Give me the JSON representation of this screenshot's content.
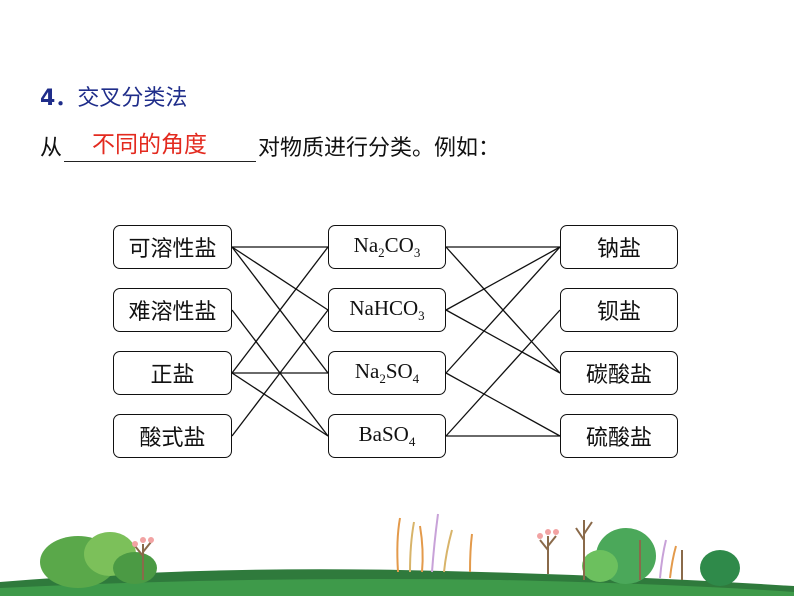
{
  "heading": {
    "number": "4．",
    "title": "交叉分类法"
  },
  "sentence": {
    "prefix": "从",
    "answer": "不同的角度",
    "suffix": "对物质进行分类。例如："
  },
  "left_boxes": [
    "可溶性盐",
    "难溶性盐",
    "正盐",
    "酸式盐"
  ],
  "middle_boxes": [
    {
      "parts": [
        "Na",
        "2",
        "CO",
        "3"
      ]
    },
    {
      "parts": [
        "NaHCO",
        "3",
        "",
        ""
      ]
    },
    {
      "parts": [
        "Na",
        "2",
        "SO",
        "4"
      ]
    },
    {
      "parts": [
        "BaSO",
        "4",
        "",
        ""
      ]
    }
  ],
  "right_boxes": [
    "钠盐",
    "钡盐",
    "碳酸盐",
    "硫酸盐"
  ],
  "colors": {
    "heading": "#1f2d8a",
    "answer": "#e32a1f",
    "border": "#111111"
  }
}
